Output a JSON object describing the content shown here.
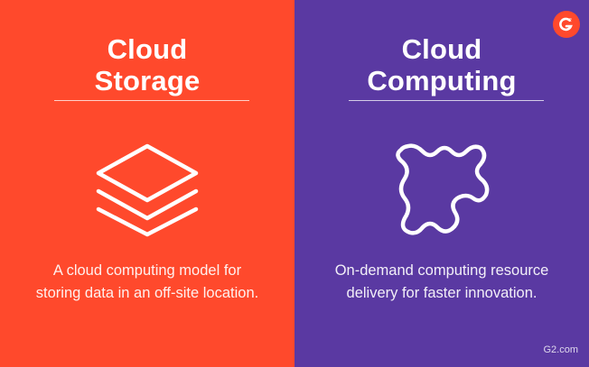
{
  "colors": {
    "storage_bg": "#FF492C",
    "computing_bg": "#5A39A2",
    "text": "#FFFFFF"
  },
  "storage": {
    "title_line1": "Cloud",
    "title_line2": "Storage",
    "icon": "layers-icon",
    "desc_line1": "A cloud computing model for",
    "desc_line2": "storing data in an off-site location."
  },
  "computing": {
    "title_line1": "Cloud",
    "title_line2": "Computing",
    "icon": "puzzle-piece-icon",
    "desc_line1": "On-demand computing resource",
    "desc_line2": "delivery for faster innovation."
  },
  "brand": {
    "logo": "G2",
    "footer": "G2.com"
  }
}
